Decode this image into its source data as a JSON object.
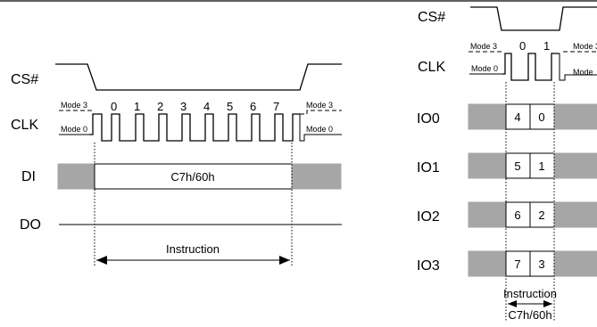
{
  "left": {
    "signals": {
      "cs": "CS#",
      "clk": "CLK",
      "di": "DI",
      "do": "DO"
    },
    "modes": {
      "mode3_left": "Mode 3",
      "mode0_left": "Mode 0",
      "mode3_right": "Mode 3",
      "mode0_right": "Mode 0"
    },
    "clock_numbers": [
      "0",
      "1",
      "2",
      "3",
      "4",
      "5",
      "6",
      "7"
    ],
    "di_value": "C7h/60h",
    "span_label": "Instruction"
  },
  "right": {
    "signals": {
      "cs": "CS#",
      "clk": "CLK",
      "io0": "IO0",
      "io1": "IO1",
      "io2": "IO2",
      "io3": "IO3"
    },
    "modes": {
      "mode3": "Mode 3",
      "mode0": "Mode 0",
      "mode_cut": "Mode"
    },
    "clock_numbers": [
      "0",
      "1"
    ],
    "io_values": [
      [
        "4",
        "0"
      ],
      [
        "5",
        "1"
      ],
      [
        "6",
        "2"
      ],
      [
        "7",
        "3"
      ]
    ],
    "span_label": "Instruction",
    "span_value": "C7h/60h"
  }
}
